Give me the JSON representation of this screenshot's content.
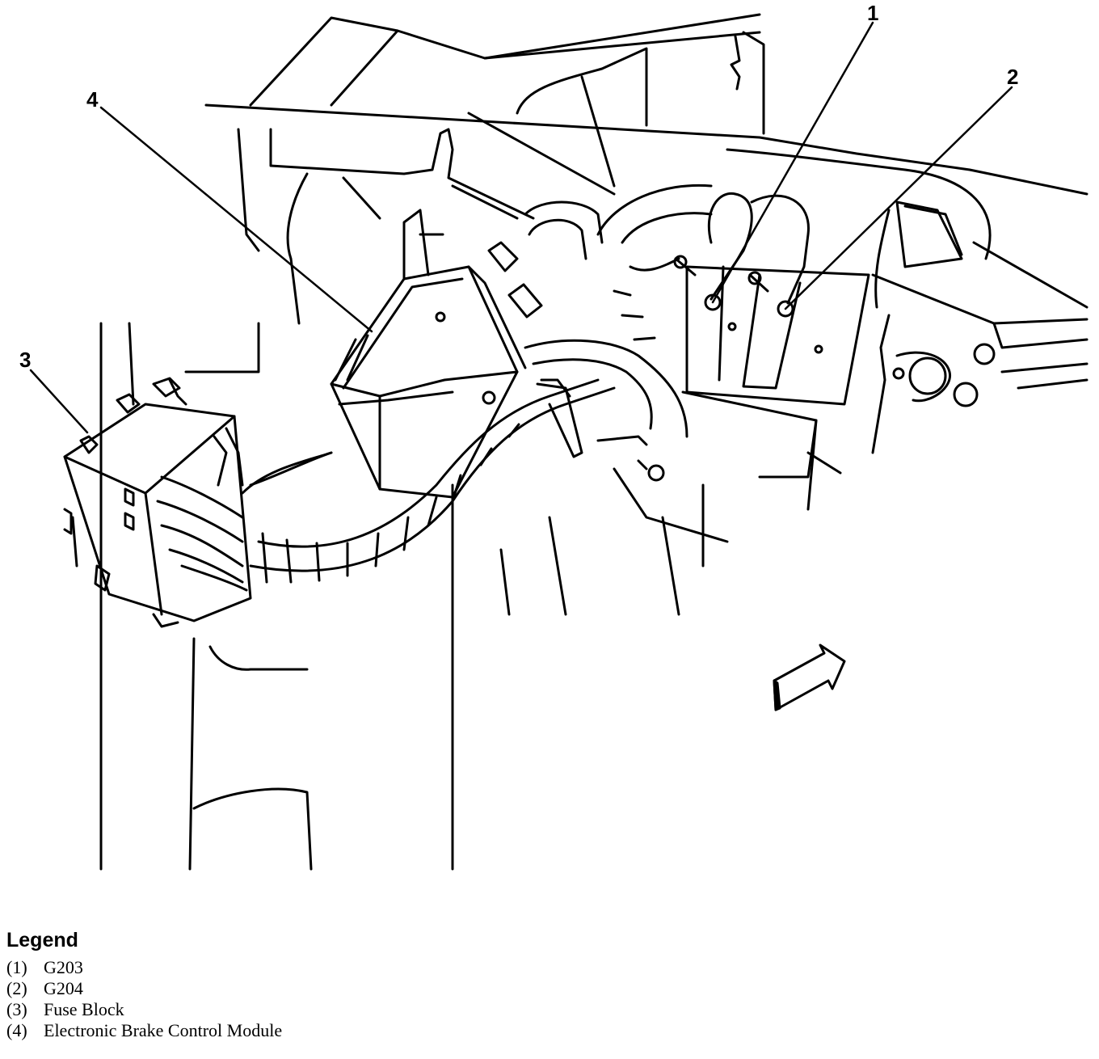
{
  "callouts": {
    "c1": "1",
    "c2": "2",
    "c3": "3",
    "c4": "4"
  },
  "legend": {
    "title": "Legend",
    "items": [
      {
        "num": "(1)",
        "label": "G203"
      },
      {
        "num": "(2)",
        "label": "G204"
      },
      {
        "num": "(3)",
        "label": "Fuse Block"
      },
      {
        "num": "(4)",
        "label": "Electronic Brake Control Module"
      }
    ]
  },
  "colors": {
    "stroke": "#000000",
    "background": "#ffffff"
  }
}
